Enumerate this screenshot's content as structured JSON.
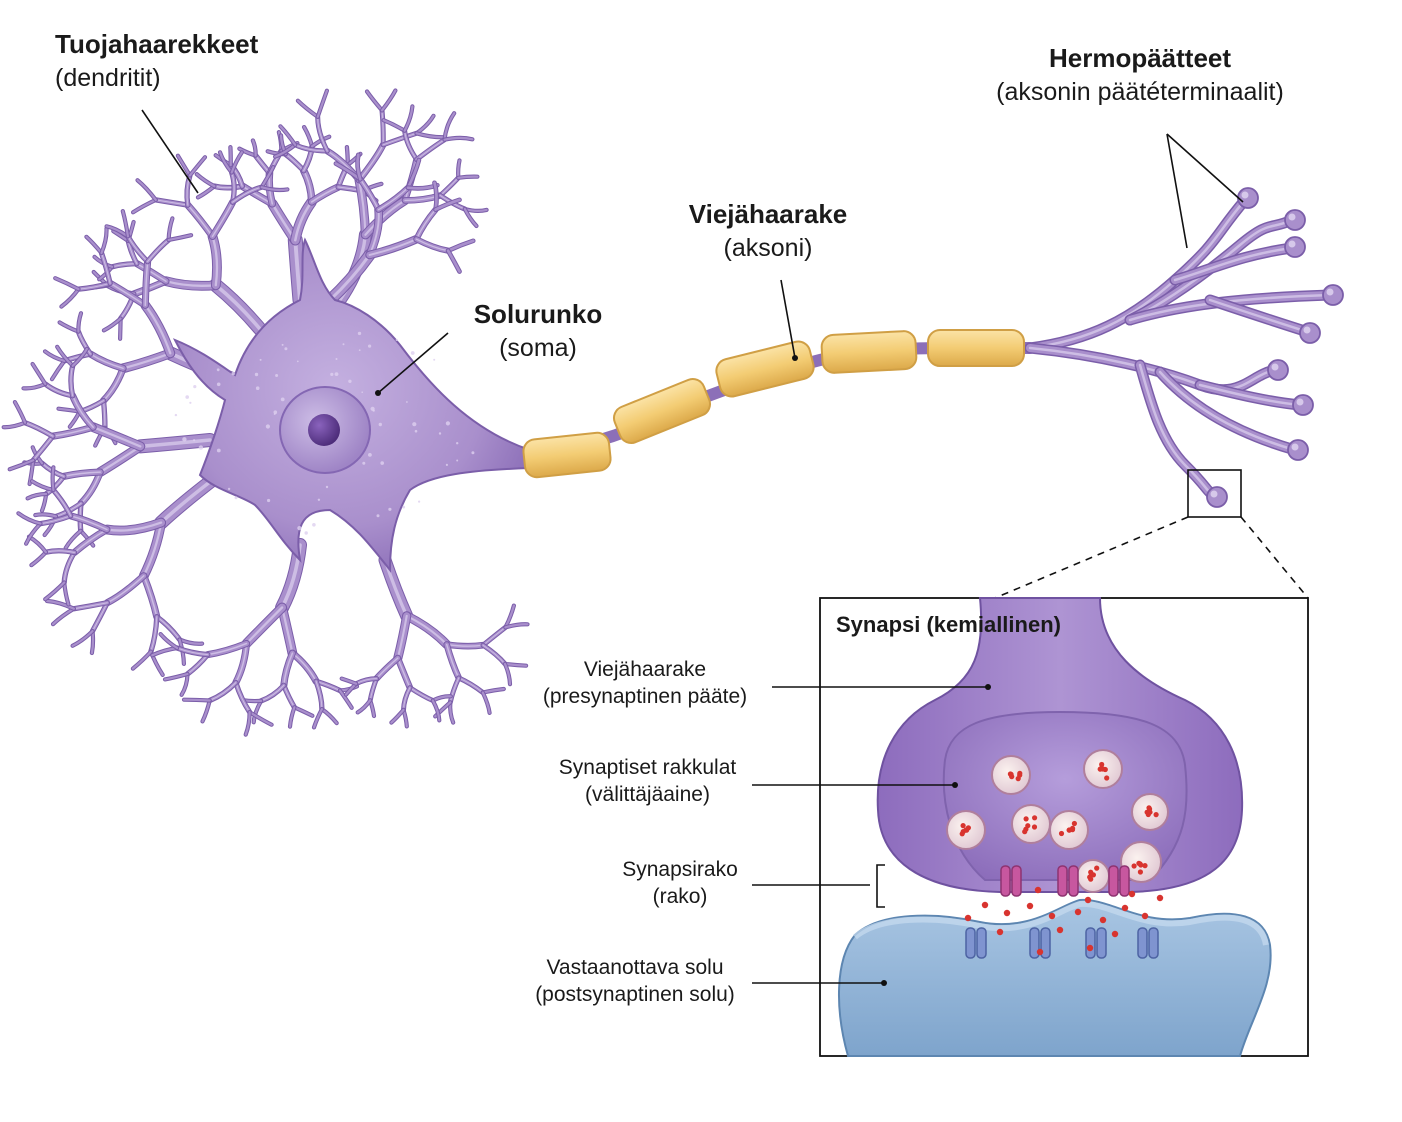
{
  "colors": {
    "neuron": "#a98fcc",
    "neuron_dark": "#7b5ea9",
    "neuron_light": "#d6c8ea",
    "nucleolus": "#5e3d8c",
    "myelin": "#f3cc73",
    "myelin_edge": "#d6a440",
    "postsynaptic": "#8eb3d6",
    "postsynaptic_dark": "#5d86b1",
    "neurotransmitter": "#d8342f",
    "receptor_pre": "#c7579f",
    "receptor_post": "#7f94d0"
  },
  "labels": {
    "dendrites": {
      "name": "Tuojahaarekkeet",
      "alias": "(dendritit)"
    },
    "terminals": {
      "name": "Hermopäätteet",
      "alias": "(aksonin päätéterminaalit)"
    },
    "axon": {
      "name": "Viejähaarake",
      "alias": "(aksoni)"
    },
    "soma": {
      "name": "Solurunko",
      "alias": "(soma)"
    }
  },
  "inset": {
    "title": "Synapsi (kemiallinen)",
    "presynaptic": {
      "line1": "Viejähaarake",
      "line2": "(presynaptinen pääte)"
    },
    "vesicles": {
      "line1": "Synaptiset rakkulat",
      "line2": "(välittäjäaine)"
    },
    "cleft": {
      "line1": "Synapsirako",
      "line2": "(rako)"
    },
    "postsynaptic": {
      "line1": "Vastaanottava solu",
      "line2": "(postsynaptinen solu)"
    }
  }
}
